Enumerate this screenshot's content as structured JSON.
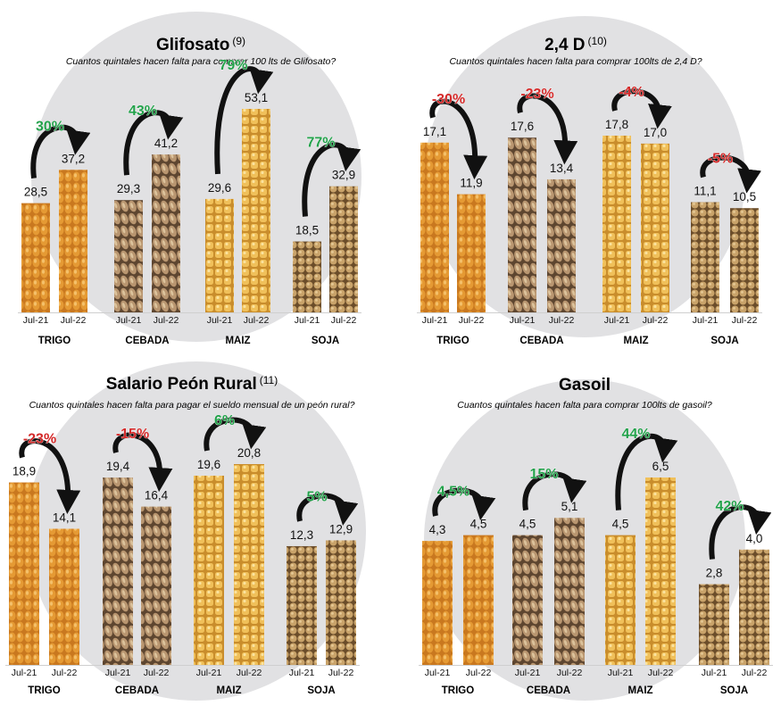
{
  "chart_data": [
    {
      "type": "bar",
      "title": "Glifosato",
      "title_note": "(9)",
      "subtitle": "Cuantos quintales hacen falta para comprar 100 lts de Glifosato?",
      "groups": [
        "TRIGO",
        "CEBADA",
        "MAIZ",
        "SOJA"
      ],
      "period_labels": [
        "Jul-21",
        "Jul-22"
      ],
      "values": [
        [
          28.5,
          37.2
        ],
        [
          29.3,
          41.2
        ],
        [
          29.6,
          53.1
        ],
        [
          18.5,
          32.9
        ]
      ],
      "value_labels": [
        [
          "28,5",
          "37,2"
        ],
        [
          "29,3",
          "41,2"
        ],
        [
          "29,6",
          "53,1"
        ],
        [
          "18,5",
          "32,9"
        ]
      ],
      "changes": [
        "30%",
        "43%",
        "79%",
        "77%"
      ],
      "ylim": [
        0,
        53.1
      ]
    },
    {
      "type": "bar",
      "title": "2,4 D",
      "title_note": "(10)",
      "subtitle": "Cuantos quintales hacen falta para comprar 100lts de 2,4 D?",
      "groups": [
        "TRIGO",
        "CEBADA",
        "MAIZ",
        "SOJA"
      ],
      "period_labels": [
        "Jul-21",
        "Jul-22"
      ],
      "values": [
        [
          17.1,
          11.9
        ],
        [
          17.6,
          13.4
        ],
        [
          17.8,
          17.0
        ],
        [
          11.1,
          10.5
        ]
      ],
      "value_labels": [
        [
          "17,1",
          "11,9"
        ],
        [
          "17,6",
          "13,4"
        ],
        [
          "17,8",
          "17,0"
        ],
        [
          "11,1",
          "10,5"
        ]
      ],
      "changes": [
        "-30%",
        "-23%",
        "-4%",
        "-5%"
      ],
      "ylim": [
        0,
        17.8
      ]
    },
    {
      "type": "bar",
      "title": "Salario Peón Rural",
      "title_note": "(11)",
      "subtitle": "Cuantos quintales hacen falta para pagar el sueldo mensual de un peón rural?",
      "groups": [
        "TRIGO",
        "CEBADA",
        "MAIZ",
        "SOJA"
      ],
      "period_labels": [
        "Jul-21",
        "Jul-22"
      ],
      "values": [
        [
          18.9,
          14.1
        ],
        [
          19.4,
          16.4
        ],
        [
          19.6,
          20.8
        ],
        [
          12.3,
          12.9
        ]
      ],
      "value_labels": [
        [
          "18,9",
          "14,1"
        ],
        [
          "19,4",
          "16,4"
        ],
        [
          "19,6",
          "20,8"
        ],
        [
          "12,3",
          "12,9"
        ]
      ],
      "changes": [
        "-23%",
        "-15%",
        "6%",
        "5%"
      ],
      "ylim": [
        0,
        20.8
      ]
    },
    {
      "type": "bar",
      "title": "Gasoil",
      "title_note": "",
      "subtitle": "Cuantos quintales hacen falta para comprar 100lts de gasoil?",
      "groups": [
        "TRIGO",
        "CEBADA",
        "MAIZ",
        "SOJA"
      ],
      "period_labels": [
        "Jul-21",
        "Jul-22"
      ],
      "values": [
        [
          4.3,
          4.5
        ],
        [
          4.5,
          5.1
        ],
        [
          4.5,
          6.5
        ],
        [
          2.8,
          4.0
        ]
      ],
      "value_labels": [
        [
          "4,3",
          "4,5"
        ],
        [
          "4,5",
          "5,1"
        ],
        [
          "4,5",
          "6,5"
        ],
        [
          "2,8",
          "4,0"
        ]
      ],
      "changes": [
        "4,5%",
        "15%",
        "44%",
        "42%"
      ],
      "ylim": [
        0,
        6.5
      ]
    }
  ],
  "colors": {
    "increase": "#22a14a",
    "decrease": "#d42a2a",
    "arrow": "#111111",
    "circle": "#e1e1e3",
    "trigo": "#d98a2b",
    "cebada": "#9c7a52",
    "maiz": "#e6b347",
    "soja": "#b28b4f"
  }
}
